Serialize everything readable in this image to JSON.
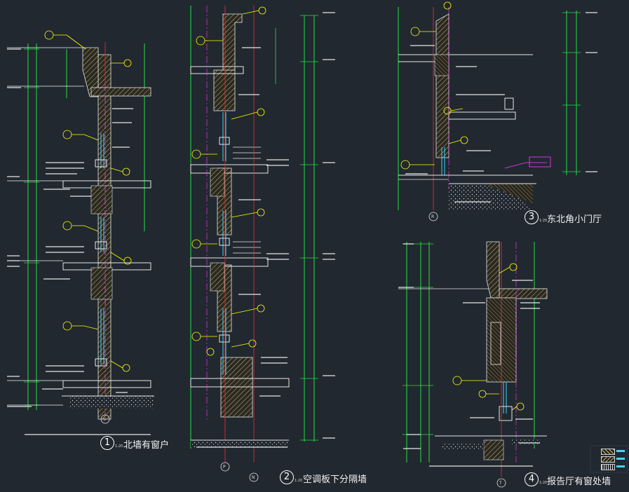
{
  "canvas": {
    "background": "#212830"
  },
  "colors": {
    "concrete_hatch": "#c8b27a",
    "line_green": "#22e043",
    "axis_red": "#ff2a2a",
    "axis_magenta": "#ff3cff",
    "annotation_yellow": "#ffff00",
    "slab_white": "#e6e6e6",
    "glass_cyan": "#3fd6ff",
    "text_white": "#f2f2f2"
  },
  "details": [
    {
      "number": "1",
      "title": "北墙有窗户",
      "scale": "1:20",
      "axis": "S"
    },
    {
      "number": "2",
      "title": "空调板下分隔墙",
      "scale": "1:20",
      "axes": [
        "P",
        "N"
      ]
    },
    {
      "number": "3",
      "title": "东北角小门厅",
      "scale": "1:20",
      "axis": "R"
    },
    {
      "number": "4",
      "title": "报告厅有窗处墙",
      "scale": "1:20",
      "axis": "T"
    }
  ]
}
